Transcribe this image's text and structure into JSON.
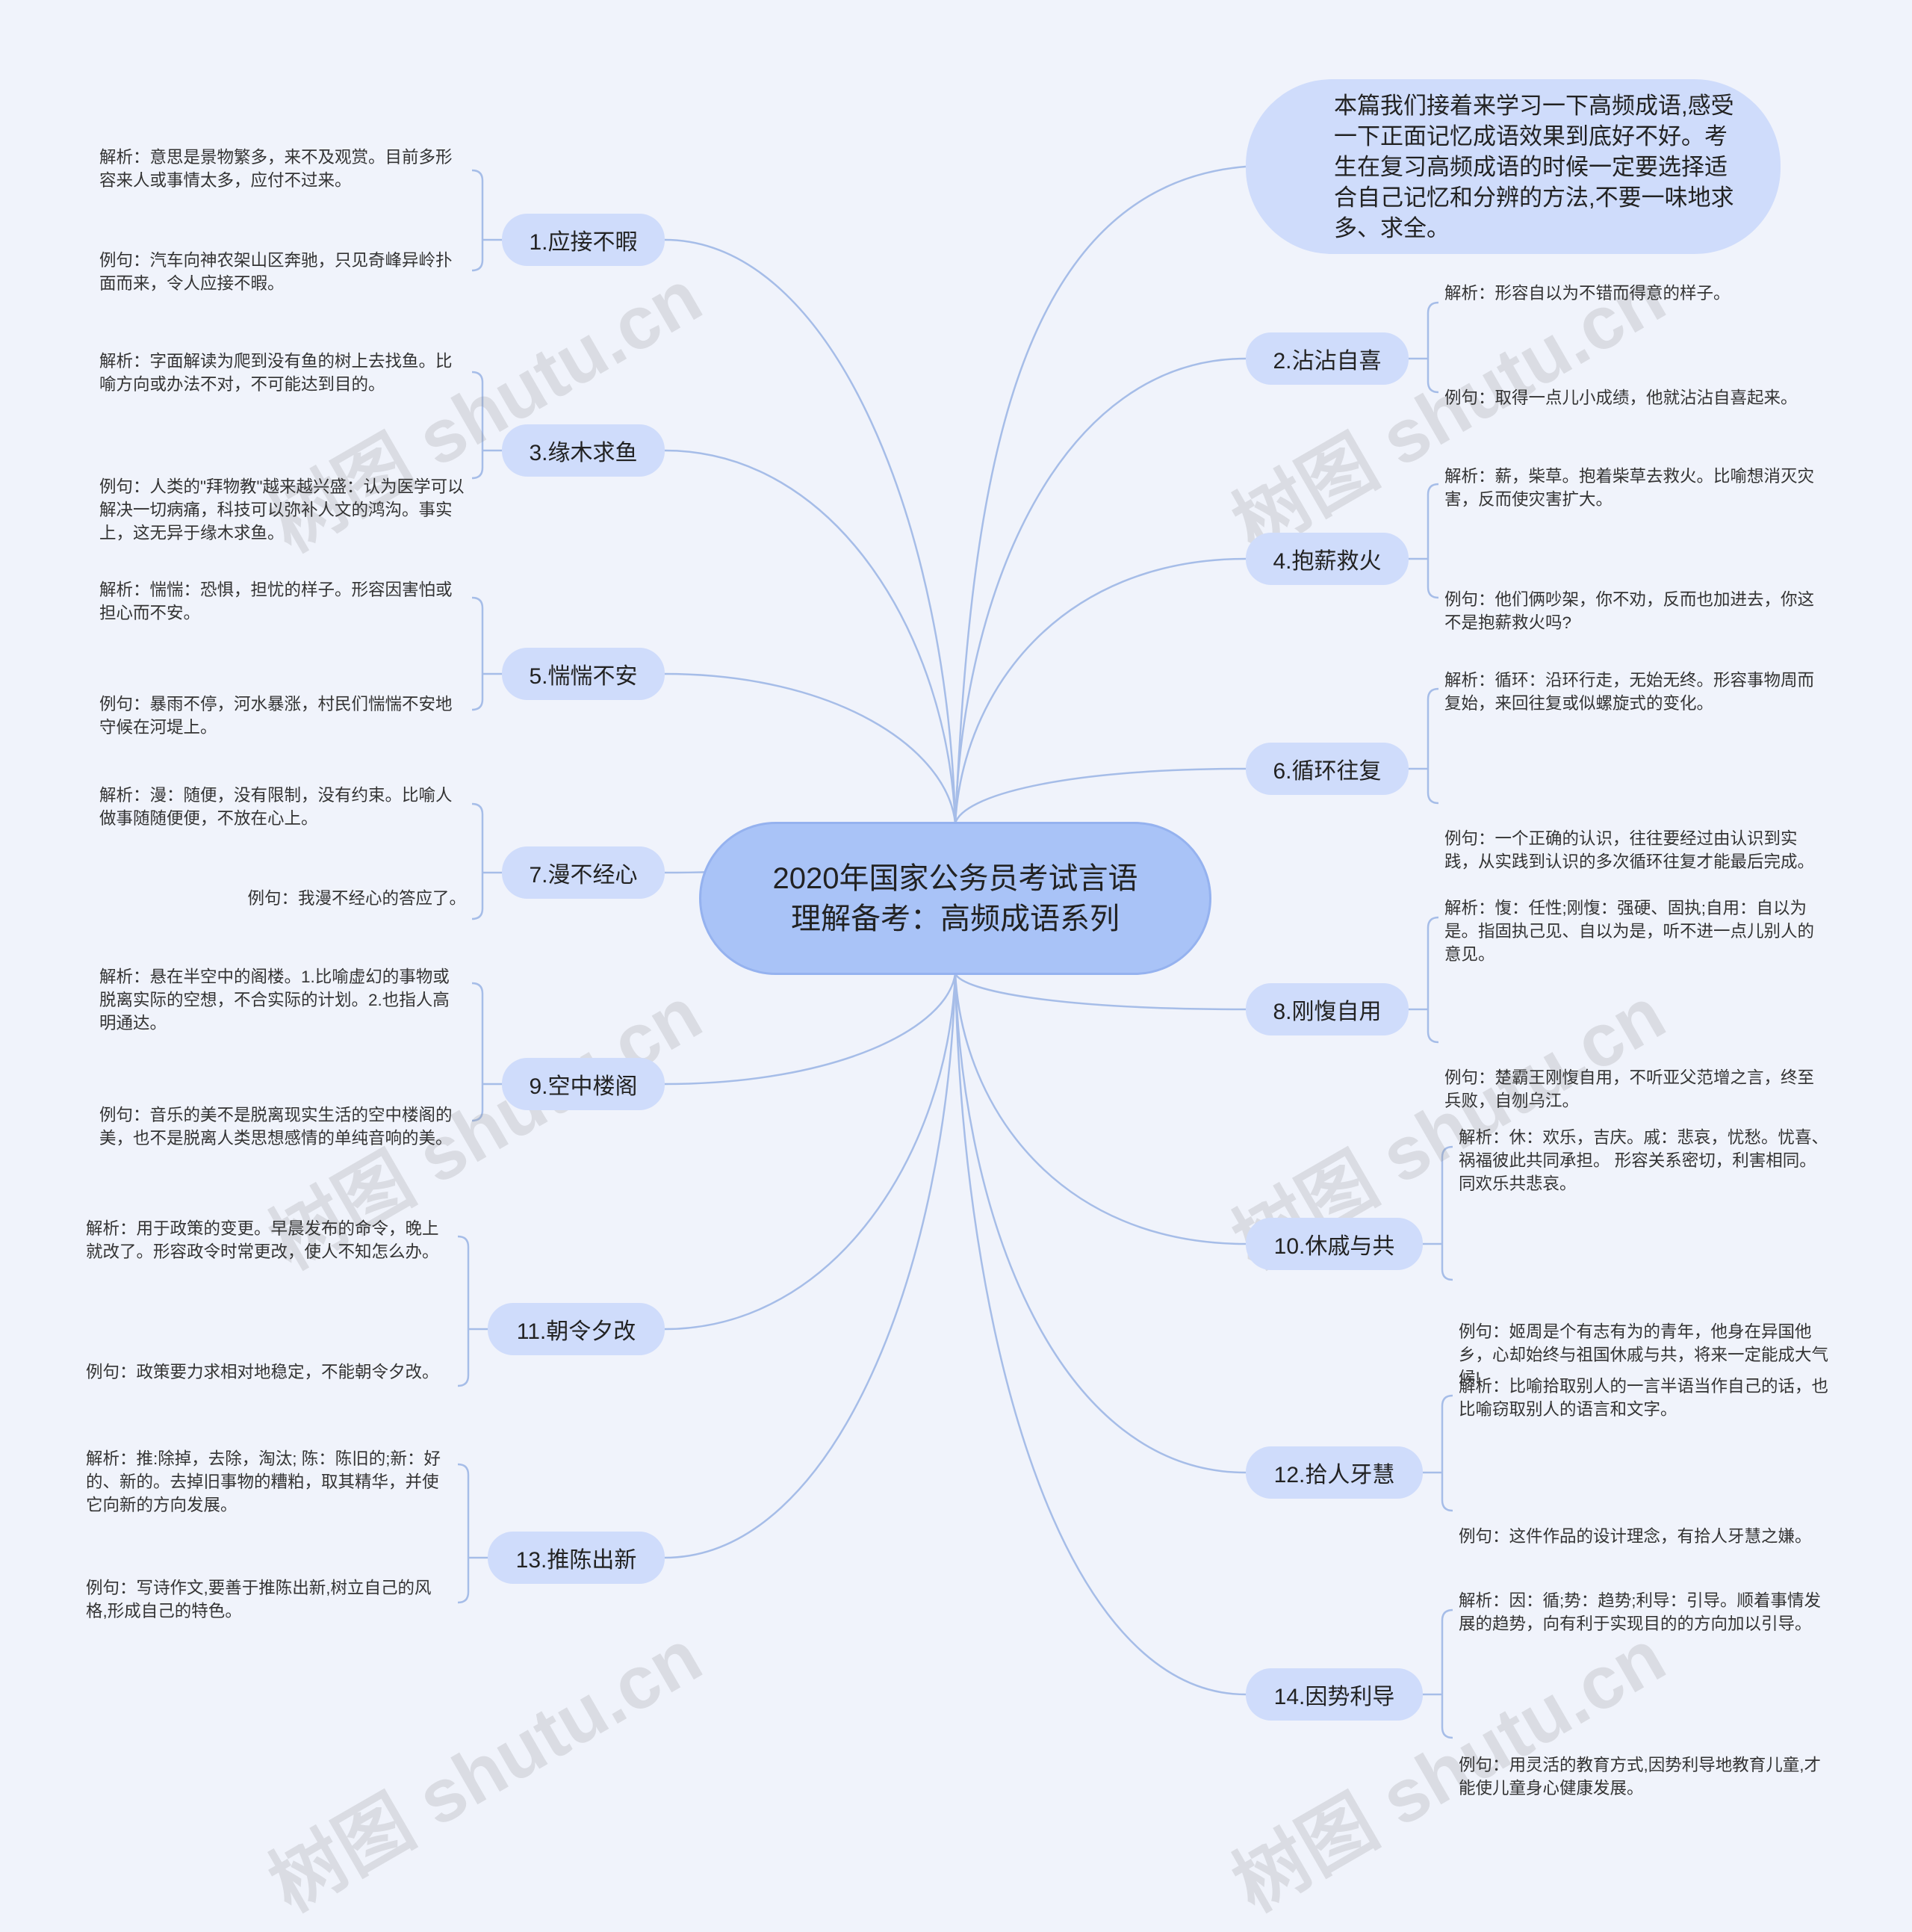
{
  "root": {
    "title": "2020年国家公务员考试言语理解备考：高频成语系列"
  },
  "intro": "本篇我们接着来学习一下高频成语,感受一下正面记忆成语效果到底好不好。考生在复习高频成语的时候一定要选择适合自己记忆和分辨的方法,不要一味地求多、求全。",
  "watermark": "树图 shutu.cn",
  "branches": [
    {
      "id": "b1",
      "label": "1.应接不暇",
      "explain": "解析：意思是景物繁多，来不及观赏。目前多形容来人或事情太多，应付不过来。",
      "example": "例句：汽车向神农架山区奔驰，只见奇峰异岭扑面而来，令人应接不暇。"
    },
    {
      "id": "b3",
      "label": "3.缘木求鱼",
      "explain": "解析：字面解读为爬到没有鱼的树上去找鱼。比喻方向或办法不对，不可能达到目的。",
      "example": "例句：人类的\"拜物教\"越来越兴盛：认为医学可以解决一切病痛，科技可以弥补人文的鸿沟。事实上，这无异于缘木求鱼。"
    },
    {
      "id": "b5",
      "label": "5.惴惴不安",
      "explain": "解析：惴惴：恐惧，担忧的样子。形容因害怕或担心而不安。",
      "example": "例句：暴雨不停，河水暴涨，村民们惴惴不安地守候在河堤上。"
    },
    {
      "id": "b7",
      "label": "7.漫不经心",
      "explain": "解析：漫：随便，没有限制，没有约束。比喻人做事随随便便，不放在心上。",
      "example": "例句：我漫不经心的答应了。"
    },
    {
      "id": "b9",
      "label": "9.空中楼阁",
      "explain": "解析：悬在半空中的阁楼。1.比喻虚幻的事物或脱离实际的空想，不合实际的计划。2.也指人高明通达。",
      "example": "例句：音乐的美不是脱离现实生活的空中楼阁的美，也不是脱离人类思想感情的单纯音响的美。"
    },
    {
      "id": "b11",
      "label": "11.朝令夕改",
      "explain": "解析：用于政策的变更。早晨发布的命令，晚上就改了。形容政令时常更改，使人不知怎么办。",
      "example": "例句：政策要力求相对地稳定，不能朝令夕改。"
    },
    {
      "id": "b13",
      "label": "13.推陈出新",
      "explain": "解析：推:除掉，去除，淘汰; 陈：陈旧的;新：好的、新的。去掉旧事物的糟粕，取其精华，并使它向新的方向发展。",
      "example": "例句：写诗作文,要善于推陈出新,树立自己的风格,形成自己的特色。"
    },
    {
      "id": "b2",
      "label": "2.沾沾自喜",
      "explain": "解析：形容自以为不错而得意的样子。",
      "example": "例句：取得一点儿小成绩，他就沾沾自喜起来。"
    },
    {
      "id": "b4",
      "label": "4.抱薪救火",
      "explain": "解析：薪，柴草。抱着柴草去救火。比喻想消灭灾害，反而使灾害扩大。",
      "example": "例句：他们俩吵架，你不劝，反而也加进去，你这不是抱薪救火吗?"
    },
    {
      "id": "b6",
      "label": "6.循环往复",
      "explain": "解析：循环：沿环行走，无始无终。形容事物周而复始，来回往复或似螺旋式的变化。",
      "example": "例句：一个正确的认识，往往要经过由认识到实践，从实践到认识的多次循环往复才能最后完成。"
    },
    {
      "id": "b8",
      "label": "8.刚愎自用",
      "explain": "解析：愎：任性;刚愎：强硬、固执;自用：自以为是。指固执己见、自以为是，听不进一点儿别人的意见。",
      "example": "例句：楚霸王刚愎自用，不听亚父范增之言，终至兵败，自刎乌江。"
    },
    {
      "id": "b10",
      "label": "10.休戚与共",
      "explain": "解析：休：欢乐，吉庆。戚：悲哀，忧愁。忧喜、祸福彼此共同承担。 形容关系密切，利害相同。同欢乐共悲哀。",
      "example": "例句：姬周是个有志有为的青年，他身在异国他乡，心却始终与祖国休戚与共，将来一定能成大气候!"
    },
    {
      "id": "b12",
      "label": "12.拾人牙慧",
      "explain": "解析：比喻拾取别人的一言半语当作自己的话，也比喻窃取别人的语言和文字。",
      "example": "例句：这件作品的设计理念，有拾人牙慧之嫌。"
    },
    {
      "id": "b14",
      "label": "14.因势利导",
      "explain": "解析：因：循;势：趋势;利导：引导。顺着事情发展的趋势，向有利于实现目的的方向加以引导。",
      "example": "例句：用灵活的教育方式,因势利导地教育儿童,才能使儿童身心健康发展。"
    }
  ]
}
